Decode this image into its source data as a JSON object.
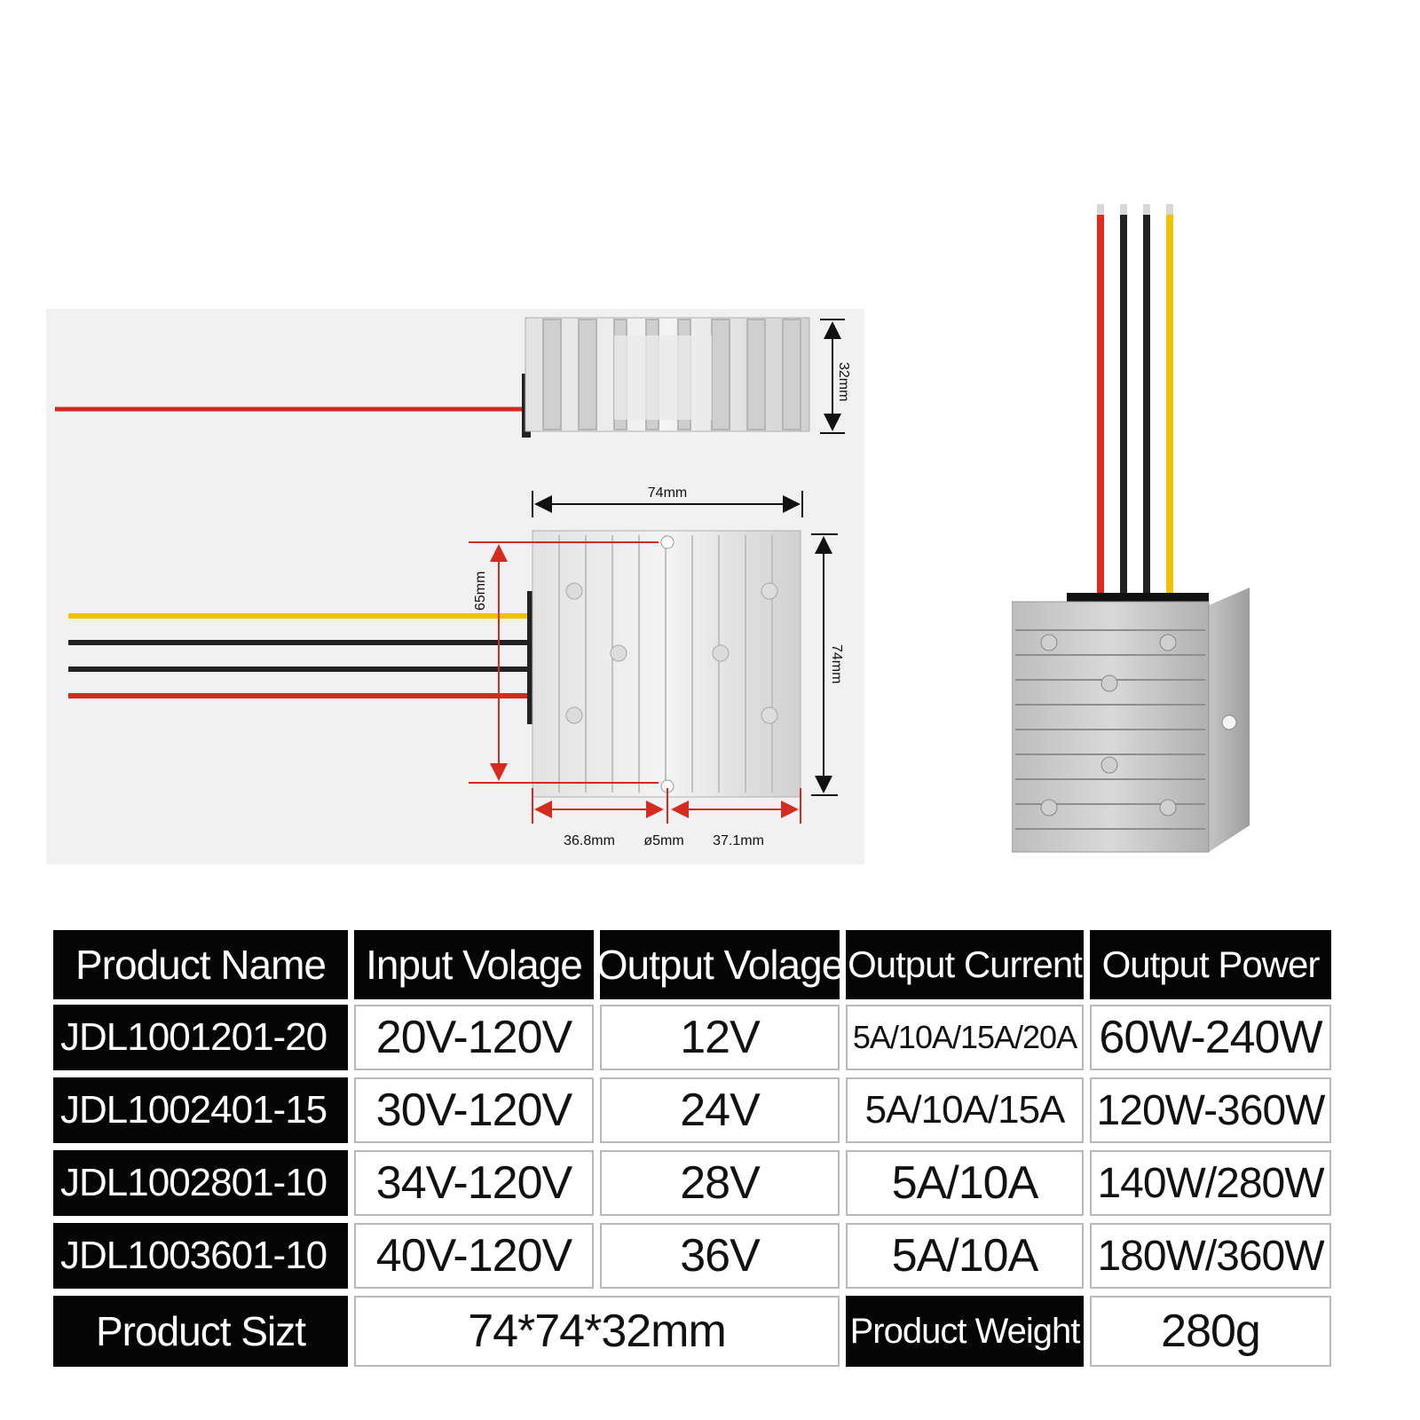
{
  "diagram": {
    "height_label": "32mm",
    "width_label": "74mm",
    "depth_label": "74mm",
    "hole_spacing_label": "65mm",
    "left_offset_label": "36.8mm",
    "hole_label": "ø5mm",
    "right_offset_label": "37.1mm",
    "wire_colors": {
      "red": "#d42a20",
      "black": "#222222",
      "yellow": "#f2c200"
    }
  },
  "table": {
    "headers": [
      "Product Name",
      "Input Volage",
      "Output Volage",
      "Output Current",
      "Output Power"
    ],
    "rows": [
      {
        "name": "JDL1001201-20",
        "input": "20V-120V",
        "output": "12V",
        "current": "5A/10A/15A/20A",
        "power": "60W-240W"
      },
      {
        "name": "JDL1002401-15",
        "input": "30V-120V",
        "output": "24V",
        "current": "5A/10A/15A",
        "power": "120W-360W"
      },
      {
        "name": "JDL1002801-10",
        "input": "34V-120V",
        "output": "28V",
        "current": "5A/10A",
        "power": "140W/280W"
      },
      {
        "name": "JDL1003601-10",
        "input": "40V-120V",
        "output": "36V",
        "current": "5A/10A",
        "power": "180W/360W"
      }
    ],
    "footer": {
      "size_label": "Product Sizt",
      "size_value": "74*74*32mm",
      "weight_label": "Product Weight",
      "weight_value": "280g"
    }
  }
}
